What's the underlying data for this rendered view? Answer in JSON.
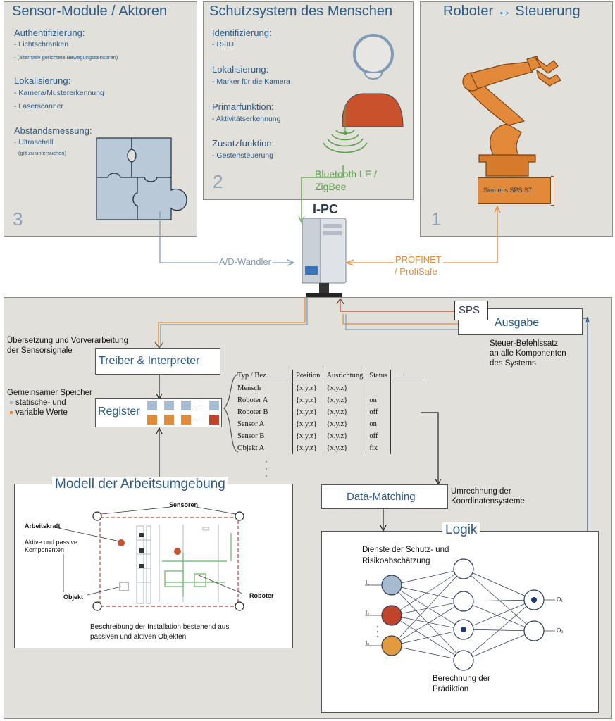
{
  "panel_sensor": {
    "title": "Sensor-Module / Aktoren",
    "number": "3",
    "sections": [
      {
        "heading": "Authentifizierung:",
        "items": [
          "Lichtschranken"
        ],
        "note": "- (alternativ gerichtete Bewegungssensoren)"
      },
      {
        "heading": "Lokalisierung:",
        "items": [
          "Kamera/Mustererkennung",
          "Laserscanner"
        ]
      },
      {
        "heading": "Abstandsmessung:",
        "items": [
          "Ultraschall"
        ],
        "note": "(gilt zu untersuchen)"
      }
    ]
  },
  "panel_human": {
    "title": "Schutzsystem des Menschen",
    "number": "2",
    "sections": [
      {
        "heading": "Identifizierung:",
        "items": [
          "RFID"
        ]
      },
      {
        "heading": "Lokalisierung:",
        "items": [
          "Marker für die Kamera"
        ]
      },
      {
        "heading": "Primärfunktion:",
        "items": [
          "Aktivitätserkennung"
        ]
      },
      {
        "heading": "Zusatzfunktion:",
        "items": [
          "Gestensteuerung"
        ]
      }
    ]
  },
  "panel_robot": {
    "title": "Roboter ↔ Steuerung",
    "number": "1",
    "plc_label": "Siemens SPS S7"
  },
  "connections": {
    "bluetooth_line1": "Bluetooth LE /",
    "bluetooth_line2": "ZigBee",
    "ipc_label": "I-PC",
    "adc_label": "A/D-Wandler",
    "profinet_line1": "PROFINET",
    "profinet_line2": "/ ProfiSafe"
  },
  "processing": {
    "translation_line1": "Übersetzung und Vorverarbeitung",
    "translation_line2": "der Sensorsignale",
    "driver_label": "Treiber & Interpreter",
    "memory_title": "Gemeinsamer Speicher",
    "memory_static": "statische- und",
    "memory_variable": "variable Werte",
    "register_label": "Register",
    "register_dots": "...",
    "sps_label": "SPS",
    "output_label": "Ausgabe",
    "command_line1": "Steuer-Befehlssatz",
    "command_line2": "an alle Komponenten",
    "command_line3": "des Systems",
    "datamatching_label": "Data-Matching",
    "conversion_line1": "Umrechnung der",
    "conversion_line2": "Koordinatensysteme",
    "colors": {
      "static": "#a6bbd0",
      "variable": "#e08a3c",
      "accent": "#c0432a"
    }
  },
  "register_table": {
    "headers": [
      "Typ / Bez.",
      "Position",
      "Ausrichtung",
      "Status",
      "· · ·"
    ],
    "rows": [
      [
        "Mensch",
        "{x,y,z}",
        "{x,y,z}",
        ""
      ],
      [
        "Roboter A",
        "{x,y,z}",
        "{x,y,z}",
        "on"
      ],
      [
        "Roboter B",
        "{x,y,z}",
        "{x,y,z}",
        "off"
      ],
      [
        "Sensor A",
        "{x,y,z}",
        "{x,y,z}",
        "on"
      ],
      [
        "Sensor B",
        "{x,y,z}",
        "{x,y,z}",
        "off"
      ],
      [
        "Objekt A",
        "{x,y,z}",
        "{x,y,z}",
        "fix"
      ]
    ],
    "more": "·"
  },
  "model": {
    "title": "Modell der Arbeitsumgebung",
    "sensors": "Sensoren",
    "worker": "Arbeitskraft",
    "components_line1": "Aktive und passive",
    "components_line2": "Komponenten",
    "object": "Objekt",
    "robot": "Roboter",
    "desc_line1": "Beschreibung der Installation bestehend aus",
    "desc_line2": "passiven und aktiven Objekten"
  },
  "logic": {
    "title": "Logik",
    "services_line1": "Dienste der Schutz- und",
    "services_line2": "Risikoabschätzung",
    "prediction_line1": "Berechnung der",
    "prediction_line2": "Prädiktion",
    "inputs": [
      "I₁",
      "I₂",
      "Iₙ"
    ],
    "outputs": [
      "O₁",
      "O₂"
    ],
    "input_colors": [
      "#a6bbd0",
      "#c0432a",
      "#e39a3e"
    ]
  }
}
